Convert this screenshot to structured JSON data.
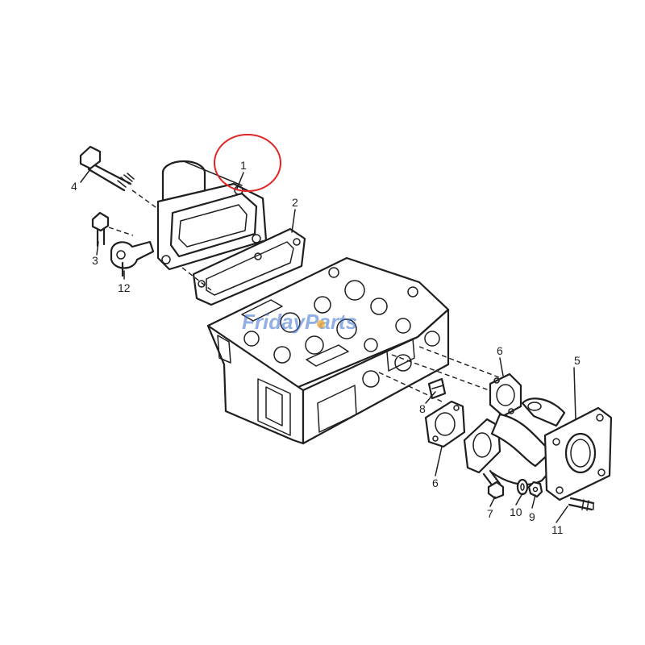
{
  "diagram": {
    "part_labels": [
      "1",
      "2",
      "3",
      "4",
      "5",
      "6",
      "6",
      "7",
      "8",
      "9",
      "10",
      "11",
      "12"
    ],
    "highlight_color": "#e02424",
    "watermark": {
      "text": "FridayParts",
      "color": "#3a6fd0",
      "accent_color": "#f0a020"
    }
  }
}
